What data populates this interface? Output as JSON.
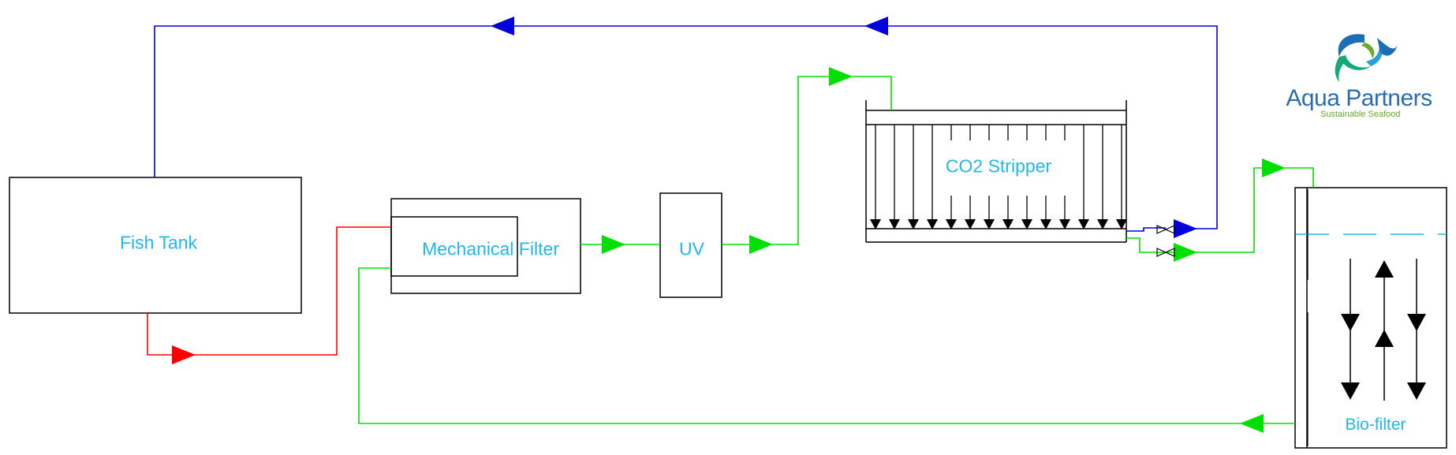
{
  "labels": {
    "fish_tank": "Fish Tank",
    "mechanical_filter": "Mechanical Filter",
    "uv": "UV",
    "co2_stripper": "CO2 Stripper",
    "bio_filter": "Bio-filter"
  },
  "logo": {
    "name": "Aqua Partners",
    "tagline": "Sustainable Seafood",
    "name_color": "#2a6db0",
    "tagline_color": "#6aaa2a"
  },
  "colors": {
    "return_line": "#0000dd",
    "drain_line": "#ff0000",
    "treated_line": "#00e000",
    "label_text": "#1fb8e8",
    "outline": "#000000"
  }
}
